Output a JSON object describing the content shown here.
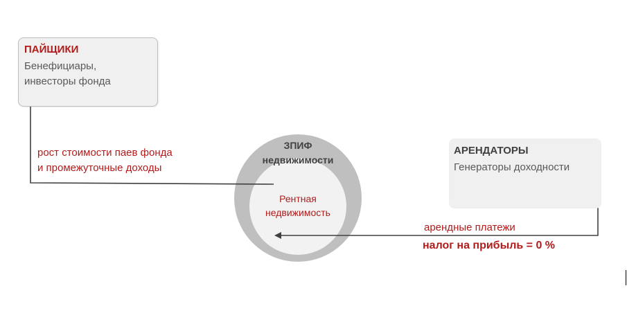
{
  "shareholders": {
    "title": "ПАЙЩИКИ",
    "line1": "Бенефициары,",
    "line2": "инвесторы фонда"
  },
  "tenants": {
    "title": "АРЕНДАТОРЫ",
    "line1": "Генераторы доходности"
  },
  "fund": {
    "line1": "ЗПИФ",
    "line2": "недвижимости"
  },
  "realty": {
    "line1": "Рентная",
    "line2": "недвижимость"
  },
  "flows": {
    "growth_line1": "рост стоимости паев фонда",
    "growth_line2": "и промежуточные доходы",
    "rent_payments": "арендные платежи",
    "tax": "налог на прибыль = 0 %"
  },
  "colors": {
    "accent_red": "#b01c1c",
    "outer_ring": "#bfbfbf",
    "inner_circle": "#f2f2f2",
    "arrow": "#404040"
  }
}
